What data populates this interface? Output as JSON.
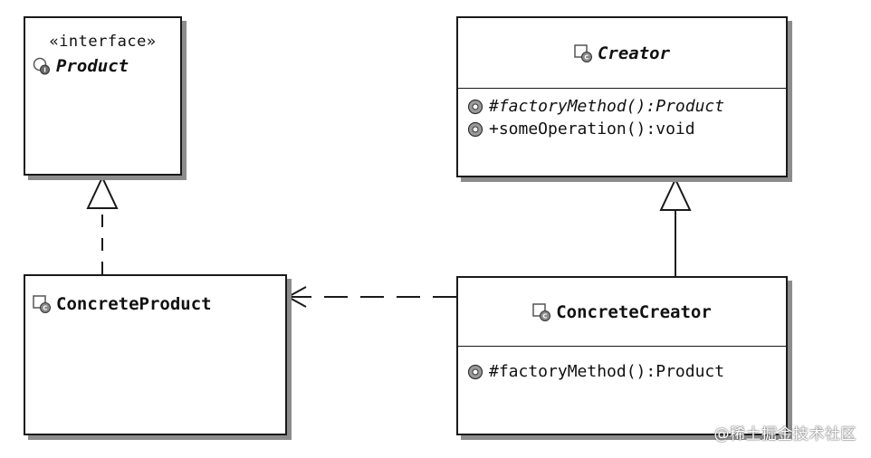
{
  "product": {
    "stereotype": "«interface»",
    "name": "Product"
  },
  "creator": {
    "name": "Creator",
    "operations": [
      {
        "text": "#factoryMethod():Product",
        "abstract": true
      },
      {
        "text": "+someOperation():void",
        "abstract": false
      }
    ]
  },
  "concrete_product": {
    "name": "ConcreteProduct"
  },
  "concrete_creator": {
    "name": "ConcreteCreator",
    "operations": [
      {
        "text": "#factoryMethod():Product",
        "abstract": false
      }
    ]
  },
  "watermark": "@稀土掘金技术社区",
  "icons": {
    "interface": "interface-icon",
    "class": "class-icon",
    "operation": "operation-icon"
  },
  "colors": {
    "line": "#1a1a1a",
    "shadow": "#8c8c8c",
    "icon_fill": "#9a9a9a"
  }
}
